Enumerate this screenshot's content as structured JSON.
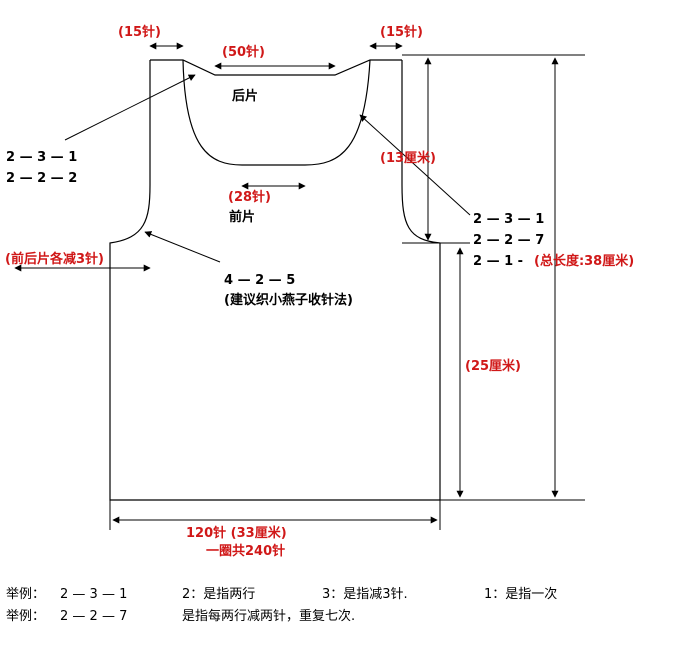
{
  "diagram": {
    "labels": {
      "top_left_stitches": "(15针)",
      "top_mid_stitches": "(50针)",
      "top_right_stitches": "(15针)",
      "back_piece": "后片",
      "left_seq_1": "2 — 3 — 1",
      "left_seq_2": "2 — 2 — 2",
      "neck_depth": "(13厘米)",
      "front_neck_stitches": "(28针)",
      "front_piece": "前片",
      "right_seq_1": "2 — 3 — 1",
      "right_seq_2": "2 — 2 — 7",
      "right_seq_3": "2 — 1 -",
      "total_length": "(总长度:38厘米)",
      "armhole_decrease": "(前后片各减3针)",
      "raglan_seq": "4 — 2 — 5",
      "raglan_note": "(建议织小燕子收针法)",
      "body_length": "(25厘米)",
      "width_stitches": "120针 (33厘米)",
      "round_total": "一圈共240针"
    },
    "notes": {
      "example1_prefix": "举例：",
      "example1_seq": "2 — 3 — 1",
      "example1_part1": "2：是指两行",
      "example1_part2": "3：是指减3针.",
      "example1_part3": "1：是指一次",
      "example2_prefix": "举例：",
      "example2_seq": "2 — 2 — 7",
      "example2_text": "是指每两行减两针，重复七次."
    },
    "colors": {
      "accent": "#d01818",
      "line": "#000000"
    }
  }
}
